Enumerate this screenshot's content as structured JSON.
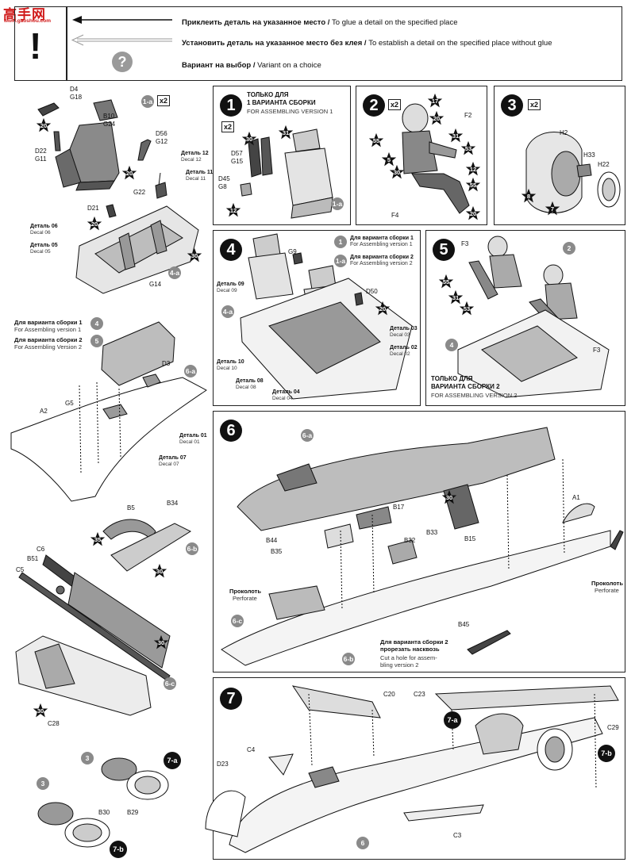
{
  "watermark": {
    "logo_text": "高手网",
    "url": "www.gaoshou.com"
  },
  "legend": {
    "glue": {
      "ru": "Приклеить деталь на указанное место /",
      "en": "To glue a detail on the specified place"
    },
    "no_glue": {
      "ru": "Установить деталь на указанное место без клея /",
      "en": "To establish a detail on the specified place without glue"
    },
    "variant": {
      "ru": "Вариант на выбор /",
      "en": "Variant on a choice"
    },
    "exclaim": "!",
    "question": "?"
  },
  "steps": {
    "s1": {
      "num": "1",
      "title_ru_1": "ТОЛЬКО ДЛЯ",
      "title_ru_2": "1 ВАРИАНТА СБОРКИ",
      "title_en": "FOR ASSEMBLING VERSION 1",
      "mult": "x2",
      "parts": [
        "D57",
        "G15",
        "D45",
        "G8"
      ],
      "stars": [
        "30",
        "31",
        "12"
      ],
      "ref": "1-a"
    },
    "s2": {
      "num": "2",
      "mult": "x2",
      "parts": [
        "F2",
        "F4"
      ],
      "stars": [
        "17",
        "20",
        "31",
        "53",
        "55",
        "5",
        "30",
        "12",
        "55",
        "20"
      ]
    },
    "s3": {
      "num": "3",
      "mult": "x2",
      "parts": [
        "H2",
        "H33",
        "H22"
      ],
      "stars": [
        "8",
        "7"
      ]
    },
    "s4": {
      "num": "4",
      "parts": [
        "G9",
        "D50"
      ],
      "stars": [
        "20"
      ],
      "refs": [
        "4-a",
        "1",
        "1-a"
      ],
      "v1_ru": "Для варианта сборки 1",
      "v1_en": "For Assembling version 1",
      "v2_ru": "Для варианта сборки 2",
      "v2_en": "For Assembling version 2",
      "decals": [
        {
          "ru": "Деталь 09",
          "en": "Decal 09"
        },
        {
          "ru": "Деталь 10",
          "en": "Decal 10"
        },
        {
          "ru": "Деталь 08",
          "en": "Decal 08"
        },
        {
          "ru": "Деталь 04",
          "en": "Decal 04"
        },
        {
          "ru": "Деталь 03",
          "en": "Decal 03"
        },
        {
          "ru": "Деталь 02",
          "en": "Decal 02"
        }
      ]
    },
    "s5": {
      "num": "5",
      "parts": [
        "F3",
        "F3"
      ],
      "stars": [
        "55",
        "31",
        "53"
      ],
      "refs": [
        "2",
        "4"
      ],
      "title_ru_1": "ТОЛЬКО ДЛЯ",
      "title_ru_2": "ВАРИАНТА СБОРКИ 2",
      "title_en": "FOR ASSEMBLING VERSION 2"
    },
    "s6": {
      "num": "6",
      "parts": [
        "A1",
        "B17",
        "B44",
        "B35",
        "B32",
        "B33",
        "B15",
        "B45"
      ],
      "stars": [
        "30"
      ],
      "refs": [
        "6-a",
        "6-c",
        "6-b"
      ],
      "perforate_ru": "Проколоть",
      "perforate_en": "Perforate",
      "hole_ru_1": "Для варианта сборки 2",
      "hole_ru_2": "прорезать насквозь",
      "hole_en_1": "Cut a hole for assem-",
      "hole_en_2": "bling version 2"
    },
    "s7": {
      "num": "7",
      "parts": [
        "C20",
        "C23",
        "C29",
        "C4",
        "D23",
        "C3"
      ],
      "refs": [
        "7-a",
        "7-b",
        "6"
      ]
    }
  },
  "left": {
    "s1a": {
      "ref": "1-a",
      "mult": "x2",
      "parts": [
        "D4",
        "G18",
        "B10",
        "G24",
        "D56",
        "G12",
        "D22",
        "G11",
        "G22"
      ],
      "stars": [
        "20",
        "20"
      ]
    },
    "s4a": {
      "ref": "4-a",
      "parts": [
        "D21",
        "G14"
      ],
      "stars": [
        "20",
        "30"
      ],
      "decals": [
        {
          "ru": "Деталь 12",
          "en": "Decal 12"
        },
        {
          "ru": "Деталь 11",
          "en": "Decal 11"
        },
        {
          "ru": "Деталь 06",
          "en": "Decal 06"
        },
        {
          "ru": "Деталь 05",
          "en": "Decal 05"
        }
      ]
    },
    "s6a": {
      "ref": "6-a",
      "v1_ru": "Для варианта сборки 1",
      "v1_en": "For Assembling version 1",
      "v2_ru": "Для варианта сборки 2",
      "v2_en": "For Assembling Version 2",
      "refs": [
        "4",
        "5"
      ],
      "parts": [
        "D3",
        "G5",
        "A2"
      ],
      "decals": [
        {
          "ru": "Деталь 01",
          "en": "Decal 01"
        },
        {
          "ru": "Деталь 07",
          "en": "Decal 07"
        }
      ]
    },
    "s6b": {
      "ref": "6-b",
      "parts": [
        "B5",
        "B34"
      ],
      "stars": [
        "35",
        "30"
      ]
    },
    "s6c": {
      "ref": "6-c",
      "parts": [
        "C6",
        "B51",
        "C5",
        "C28"
      ],
      "stars": [
        "30",
        "30"
      ]
    },
    "s7a": {
      "ref": "7-a",
      "parts": [
        "B29"
      ],
      "circle": "3"
    },
    "s7b": {
      "ref": "7-b",
      "parts": [
        "B30"
      ],
      "circle": "3"
    }
  }
}
